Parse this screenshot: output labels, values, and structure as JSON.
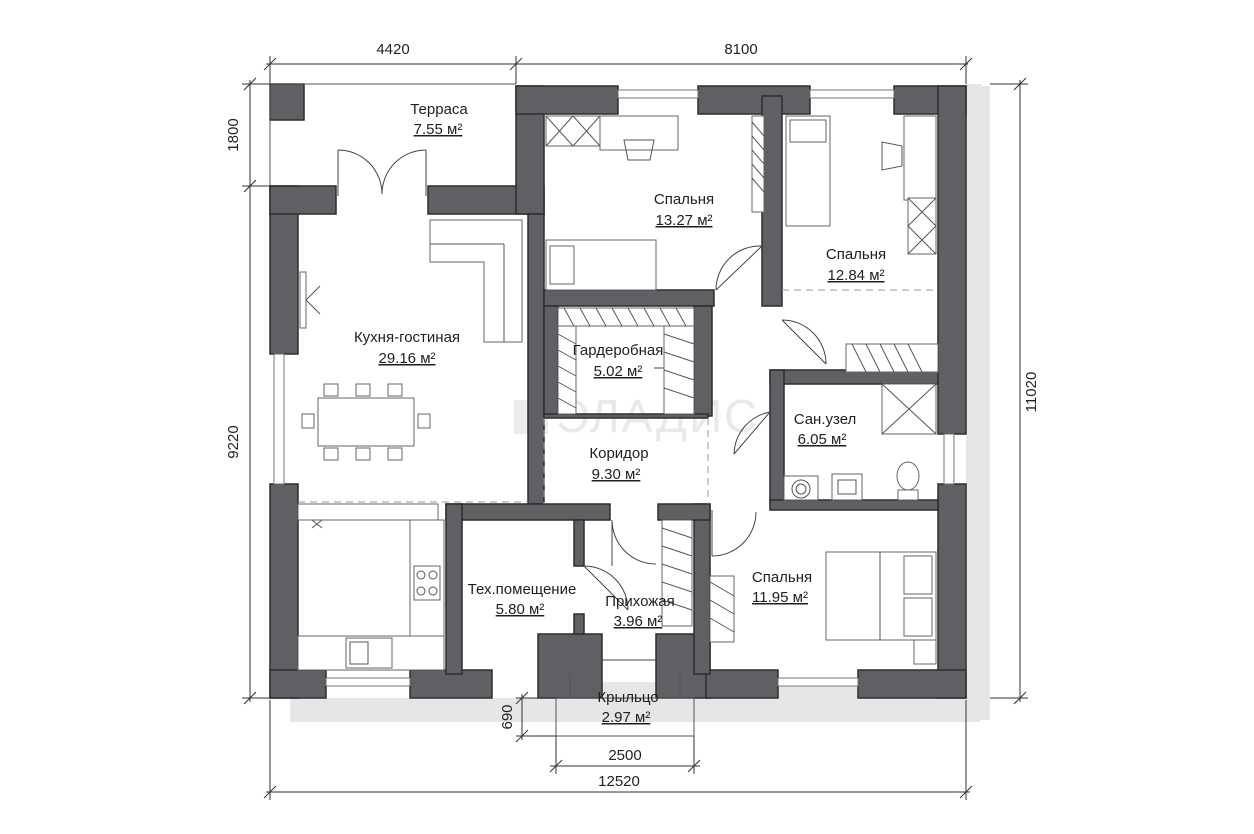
{
  "rooms": {
    "terrace": {
      "name": "Терраса",
      "area": "7.55 м²"
    },
    "bed1": {
      "name": "Спальня",
      "area": "13.27 м²"
    },
    "bed2": {
      "name": "Спальня",
      "area": "12.84 м²"
    },
    "kitchen": {
      "name": "Кухня-гостиная",
      "area": "29.16 м²"
    },
    "wardrobe": {
      "name": "Гардеробная",
      "area": "5.02 м²"
    },
    "bath": {
      "name": "Сан.узел",
      "area": "6.05 м²"
    },
    "corridor": {
      "name": "Коридор",
      "area": "9.30 м²"
    },
    "tech": {
      "name": "Тех.помещение",
      "area": "5.80 м²"
    },
    "hall": {
      "name": "Прихожая",
      "area": "3.96 м²"
    },
    "bed3": {
      "name": "Спальня",
      "area": "11.95 м²"
    },
    "porch": {
      "name": "Крыльцо",
      "area": "2.97 м²"
    }
  },
  "dimensions": {
    "top_left": "4420",
    "top_right": "8100",
    "left_top": "1800",
    "left_main": "9220",
    "right_total": "11020",
    "porch_depth": "690",
    "porch_width": "2500",
    "bottom_total": "12520"
  },
  "watermark": "ЭЛАДИС",
  "colors": {
    "wall": "#5f6063",
    "shadow": "#e6e6e6"
  }
}
